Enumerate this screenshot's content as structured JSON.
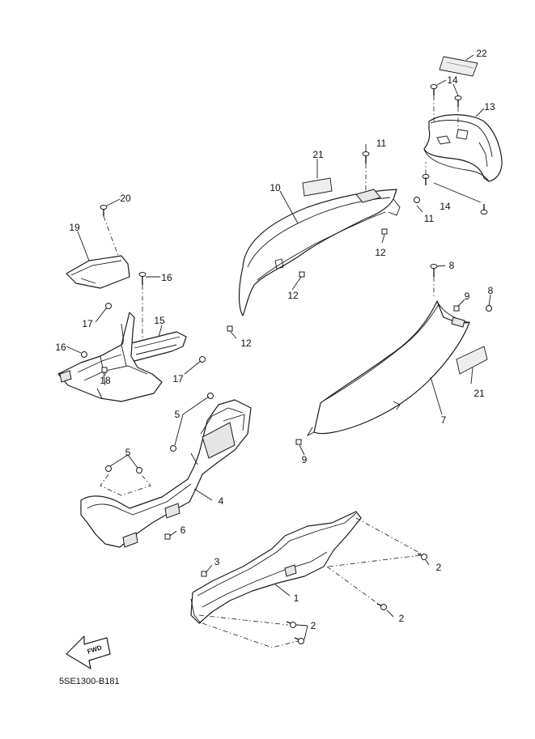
{
  "diagram_code": "5SE1300-B181",
  "fwd_label": "FWD",
  "callouts": {
    "c1": "1",
    "c2a": "2",
    "c2b": "2",
    "c2c": "2",
    "c3": "3",
    "c4": "4",
    "c5a": "5",
    "c5b": "5",
    "c6": "6",
    "c7": "7",
    "c8a": "8",
    "c8b": "8",
    "c9a": "9",
    "c9b": "9",
    "c10": "10",
    "c11a": "11",
    "c11b": "11",
    "c12a": "12",
    "c12b": "12",
    "c12c": "12",
    "c13": "13",
    "c14a": "14",
    "c14b": "14",
    "c15": "15",
    "c16a": "16",
    "c16b": "16",
    "c17a": "17",
    "c17b": "17",
    "c18": "18",
    "c19": "19",
    "c20": "20",
    "c21a": "21",
    "c21b": "21",
    "c22": "22"
  }
}
